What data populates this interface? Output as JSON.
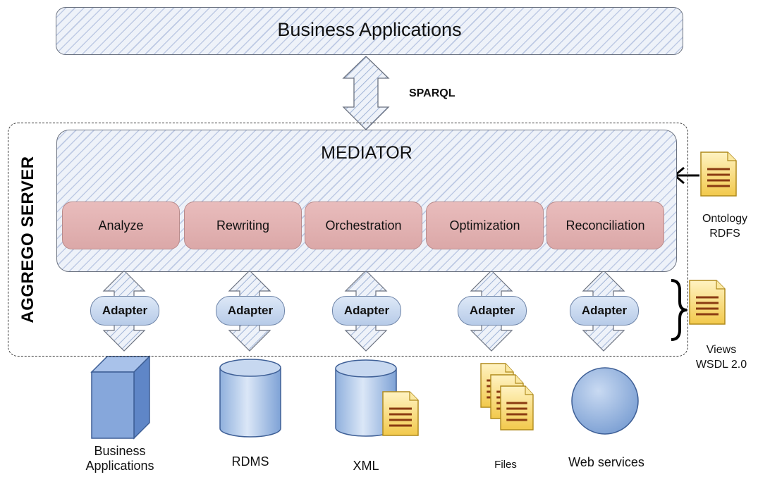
{
  "top_box": {
    "label": "Business Applications"
  },
  "protocol": {
    "label": "SPARQL"
  },
  "server": {
    "title": "AGGREGO SERVER"
  },
  "mediator": {
    "title": "MEDIATOR",
    "steps": [
      "Analyze",
      "Rewriting",
      "Orchestration",
      "Optimization",
      "Reconciliation"
    ]
  },
  "adapters": [
    "Adapter",
    "Adapter",
    "Adapter",
    "Adapter",
    "Adapter"
  ],
  "sources": [
    {
      "label_line1": "Business",
      "label_line2": "Applications",
      "icon": "cube-icon"
    },
    {
      "label_line1": "RDMS",
      "label_line2": "",
      "icon": "database-cylinder-icon"
    },
    {
      "label_line1": "XML",
      "label_line2": "",
      "icon": "xml-document-icon"
    },
    {
      "label_line1": "Files",
      "label_line2": "",
      "icon": "files-icon"
    },
    {
      "label_line1": "Web services",
      "label_line2": "",
      "icon": "globe-circle-icon"
    }
  ],
  "ontology": {
    "line1": "Ontology",
    "line2": "RDFS",
    "icon": "document-icon"
  },
  "views": {
    "line1": "Views",
    "line2": "WSDL 2.0",
    "icon": "document-icon"
  },
  "colors": {
    "hatch_fill": "#eef2f9",
    "step_fill": "#e2b3b3",
    "adapter_fill": "#c9d8ee",
    "doc_fill": "#f6d77a"
  }
}
